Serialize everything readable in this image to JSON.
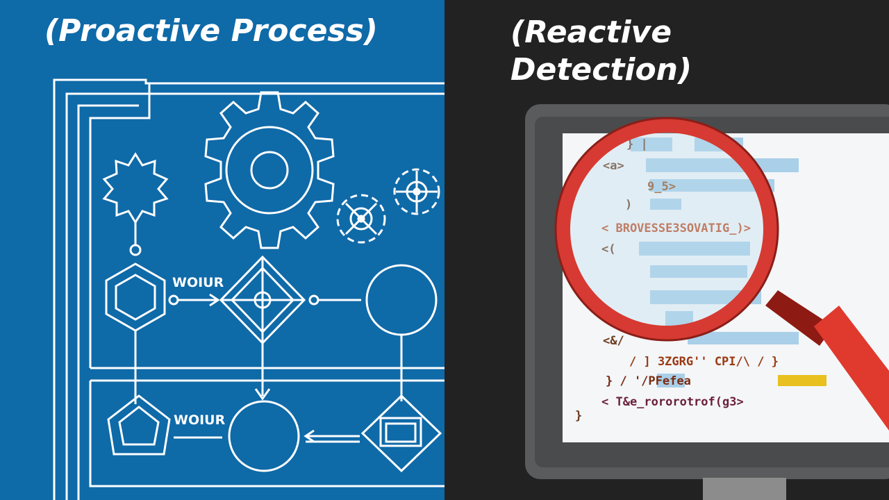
{
  "left_panel": {
    "title": "(Proactive Process)",
    "flow_label_top": "WOIUR",
    "flow_label_bottom": "WOIUR"
  },
  "right_panel": {
    "title": "(Reactive\nDetection)",
    "code_lines": [
      "} ∣",
      "<a>",
      "9_5>",
      ")",
      "< BROVESSE3SOVATIG_)>",
      "<(",
      "<&/",
      "/ ] 3ZGRG'' CPI/\\ / }",
      "} / '/PFefea",
      "< T&e_rororotrof(g3>",
      "}"
    ]
  },
  "colors": {
    "left_bg": "#0f6aa8",
    "right_bg": "#222222",
    "line": "#ffffff",
    "monitor_frame": "#555555",
    "magnifier": "#d63a32",
    "code_highlight": "#a9cfe9"
  }
}
